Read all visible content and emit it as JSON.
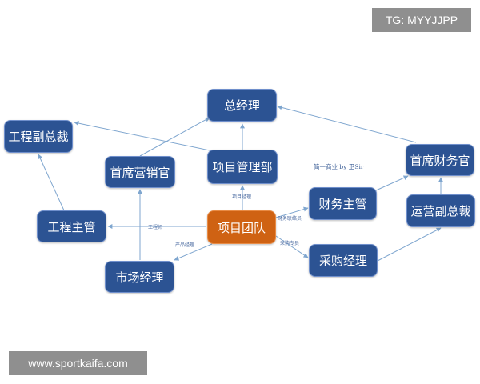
{
  "watermarks": {
    "top": "TG: MYYJJPP",
    "bottom": "www.sportkaifa.com"
  },
  "nodes": {
    "general_manager": "总经理",
    "eng_vp": "工程副总裁",
    "cmo": "首席营销官",
    "pm_dept": "项目管理部",
    "cfo": "首席财务官",
    "finance_supervisor": "财务主管",
    "ops_vp": "运营副总裁",
    "eng_supervisor": "工程主管",
    "project_team": "项目团队",
    "marketing_manager": "市场经理",
    "purchasing_manager": "采购经理"
  },
  "edge_labels": {
    "pm": "项目经理",
    "engineer": "工程师",
    "product_manager": "产品经理",
    "finance_contact": "财务联络员",
    "purchasing_specialist": "采购专员"
  },
  "note": "简一商业 by 卫Sir",
  "colors": {
    "node_blue": "#2c5393",
    "node_orange": "#cf6213",
    "edge": "#7fa6cf"
  }
}
